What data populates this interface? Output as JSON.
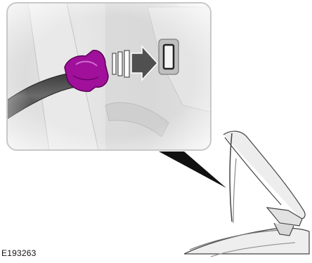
{
  "figure": {
    "code": "E193263",
    "colors": {
      "plug_accent": "#a0109a",
      "arrow": "#505050",
      "frame_border": "#c8c8c8",
      "pointer": "#111111"
    },
    "icons": {
      "plug": "magenta-connector-plug",
      "port": "usb-port",
      "direction": "insert-arrow"
    }
  }
}
